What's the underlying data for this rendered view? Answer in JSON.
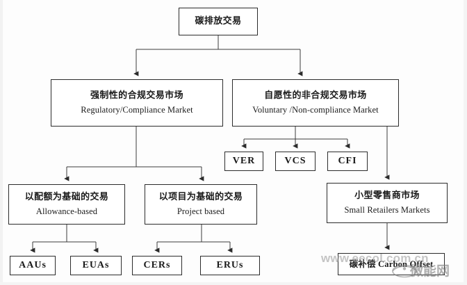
{
  "diagram": {
    "title_cn": "碳排放交易",
    "nodes": {
      "root": {
        "cn": "碳排放交易"
      },
      "regulatory": {
        "cn": "强制性的合规交易市场",
        "en": "Regulatory/Compliance Market"
      },
      "voluntary": {
        "cn": "自愿性的非合规交易市场",
        "en": "Voluntary /Non-compliance Market"
      },
      "ver": {
        "label": "VER"
      },
      "vcs": {
        "label": "VCS"
      },
      "cfi": {
        "label": "CFI"
      },
      "allowance": {
        "cn": "以配额为基础的交易",
        "en": "Allowance-based"
      },
      "project": {
        "cn": "以项目为基础的交易",
        "en": "Project based"
      },
      "retail": {
        "cn": "小型零售商市场",
        "en": "Small Retailers Markets"
      },
      "aaus": {
        "label": "AAUs"
      },
      "euas": {
        "label": "EUAs"
      },
      "cers": {
        "label": "CERs"
      },
      "erus": {
        "label": "ERUs"
      },
      "offset": {
        "label": "碳补偿 Carbon Offset"
      }
    },
    "colors": {
      "background": "#fdfdfd",
      "box_border": "#2b2b2b",
      "box_fill": "#ffffff",
      "connector": "#3a3a3a",
      "text": "#1a1a1a"
    }
  },
  "watermark": {
    "url": "www.eecol.com.cn",
    "logo_text": "微能网"
  }
}
